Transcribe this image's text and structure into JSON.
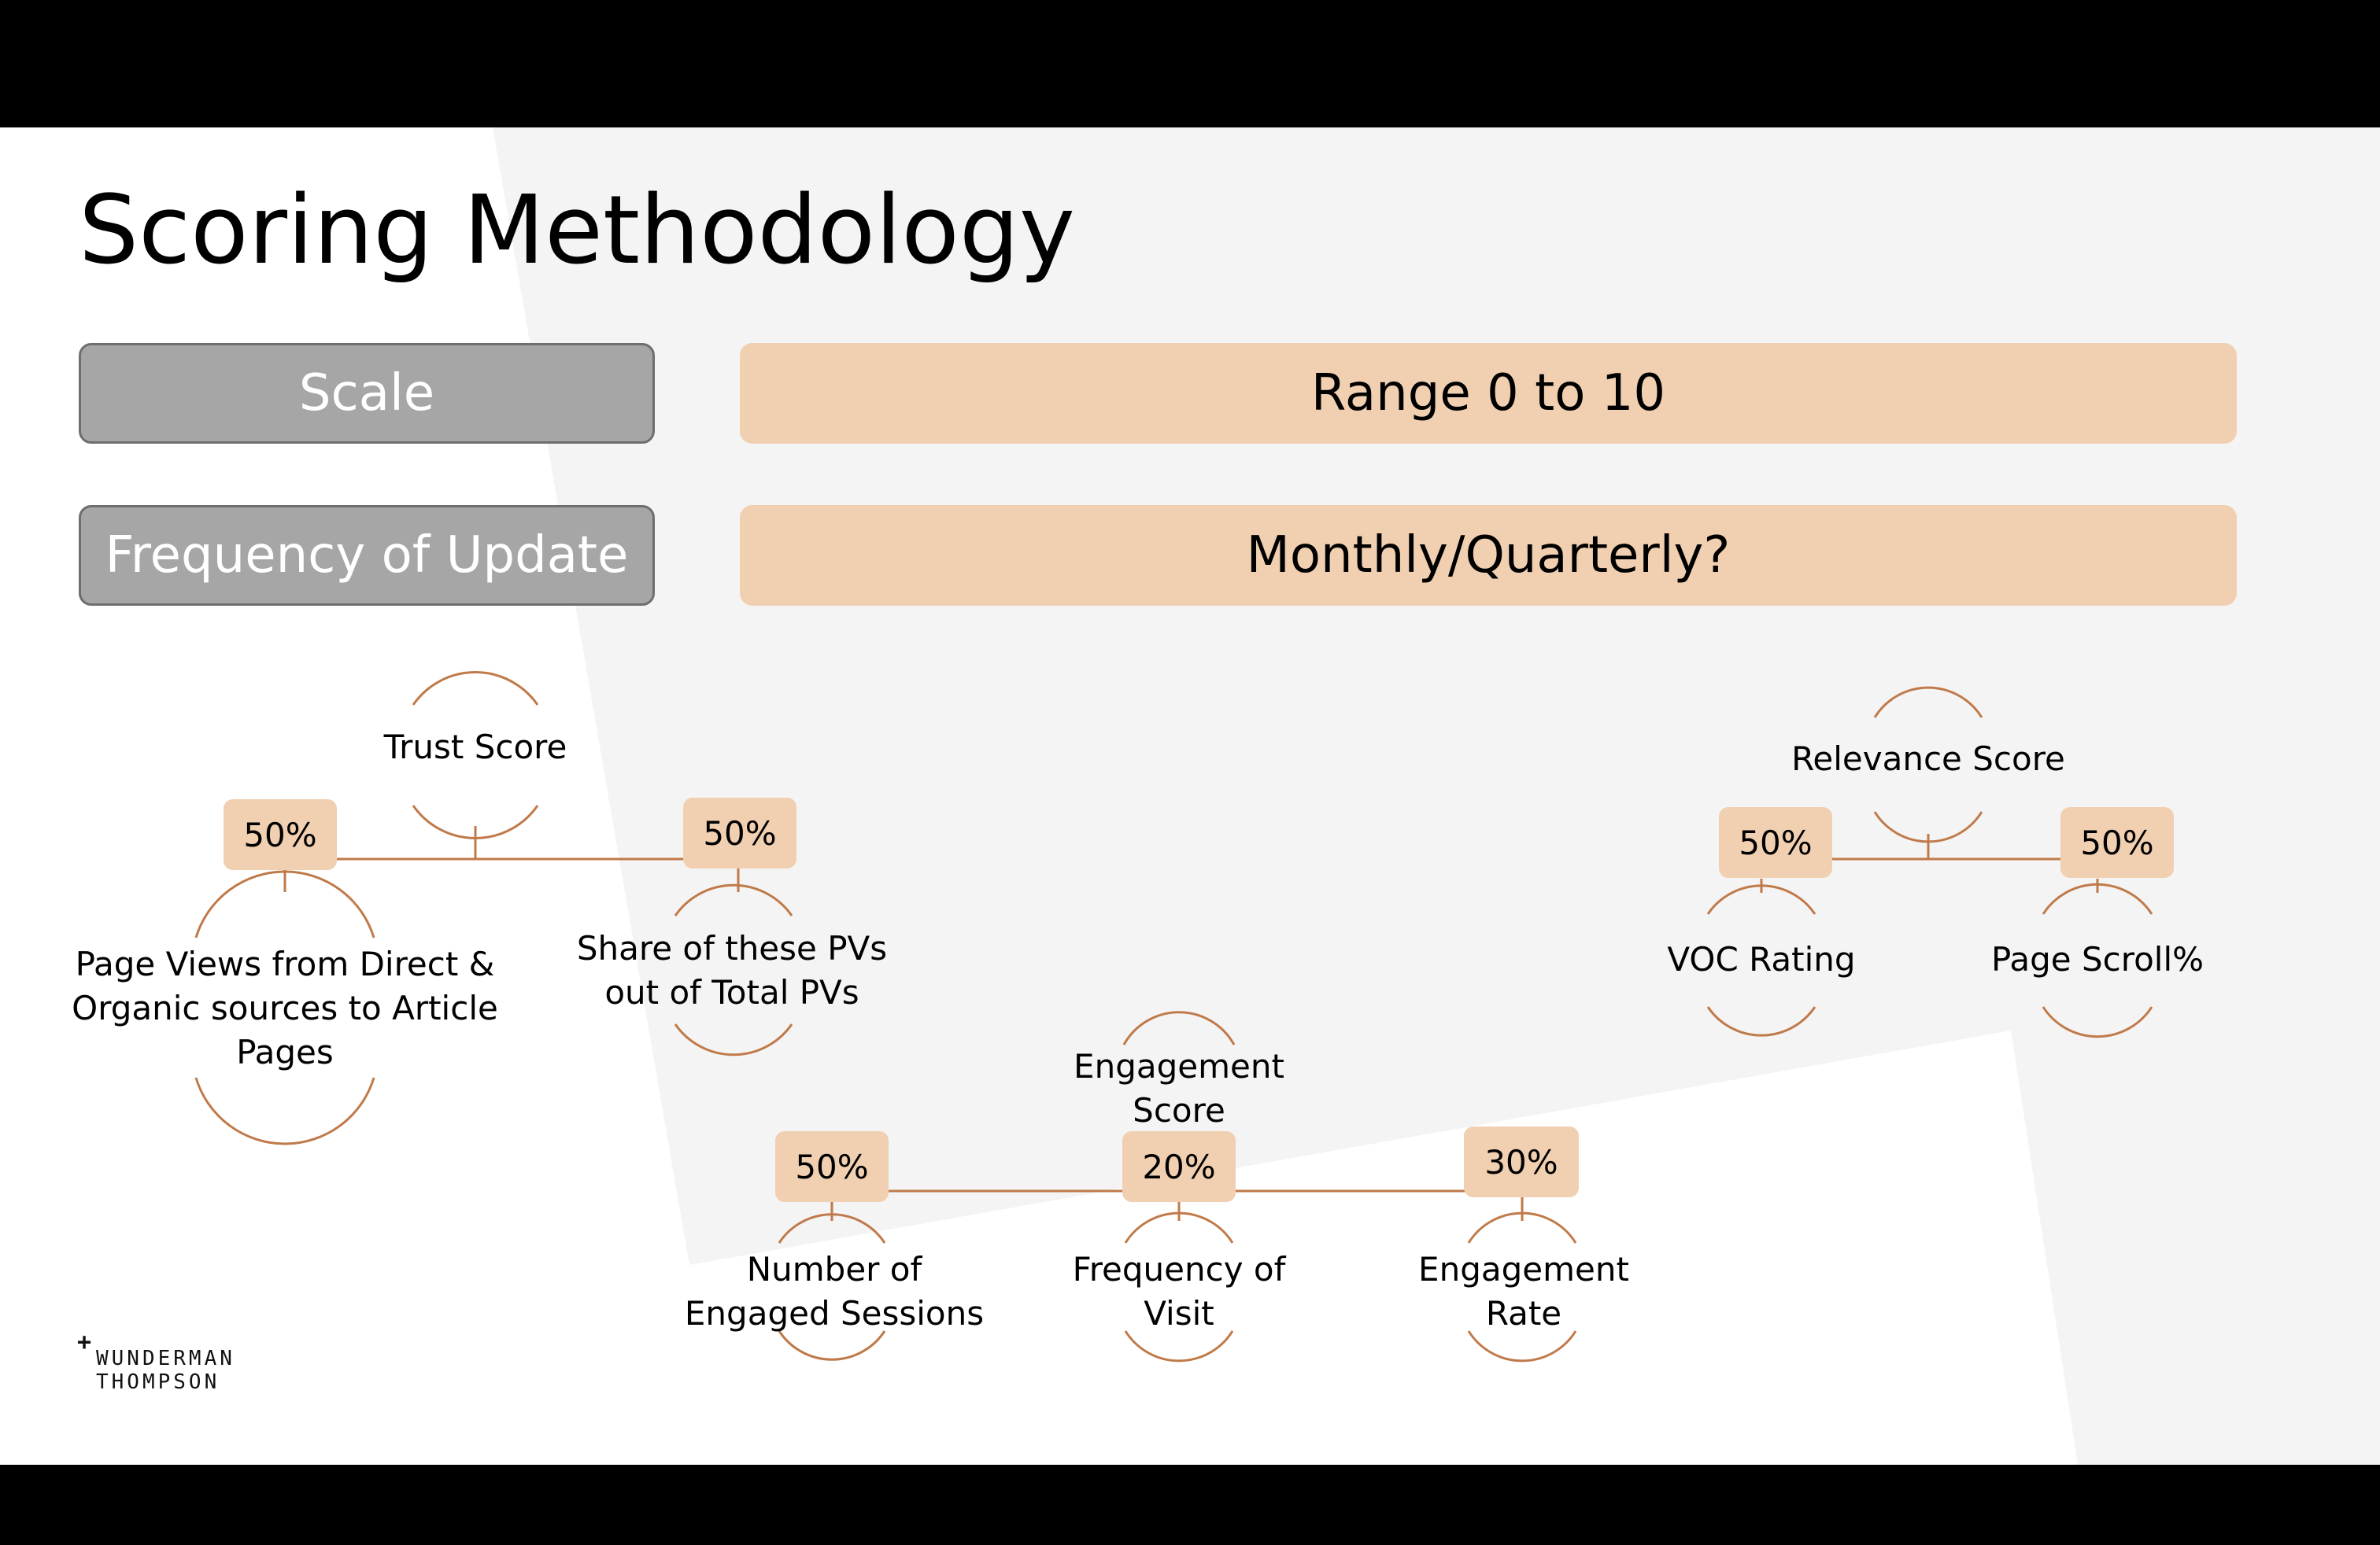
{
  "slide": {
    "title": "Scoring Methodology",
    "scale_label": "Scale",
    "scale_value": "Range 0 to 10",
    "frequency_label": "Frequency of Update",
    "frequency_value": "Monthly/Quarterly?"
  },
  "trust": {
    "label": "Trust Score",
    "left_pct": "50%",
    "right_pct": "50%",
    "left_metric": "Page Views from Direct &\nOrganic sources to Article\nPages",
    "right_metric": "Share of these PVs\nout of Total PVs"
  },
  "relevance": {
    "label": "Relevance Score",
    "left_pct": "50%",
    "right_pct": "50%",
    "left_metric": "VOC Rating",
    "right_metric": "Page Scroll%"
  },
  "engagement": {
    "label": "Engagement\nScore",
    "left_pct": "50%",
    "mid_pct": "20%",
    "right_pct": "30%",
    "left_metric": "Number of\nEngaged Sessions",
    "mid_metric": "Frequency of\nVisit",
    "right_metric": "Engagement\nRate"
  },
  "logo": {
    "line1": "WUNDERMAN",
    "line2": "THOMPSON",
    "mark": "+"
  },
  "colors": {
    "accent": "#f1cfb1",
    "connector": "#c07a4a",
    "gray_pill": "#a6a6a6",
    "background_shape": "#f4f4f4"
  }
}
